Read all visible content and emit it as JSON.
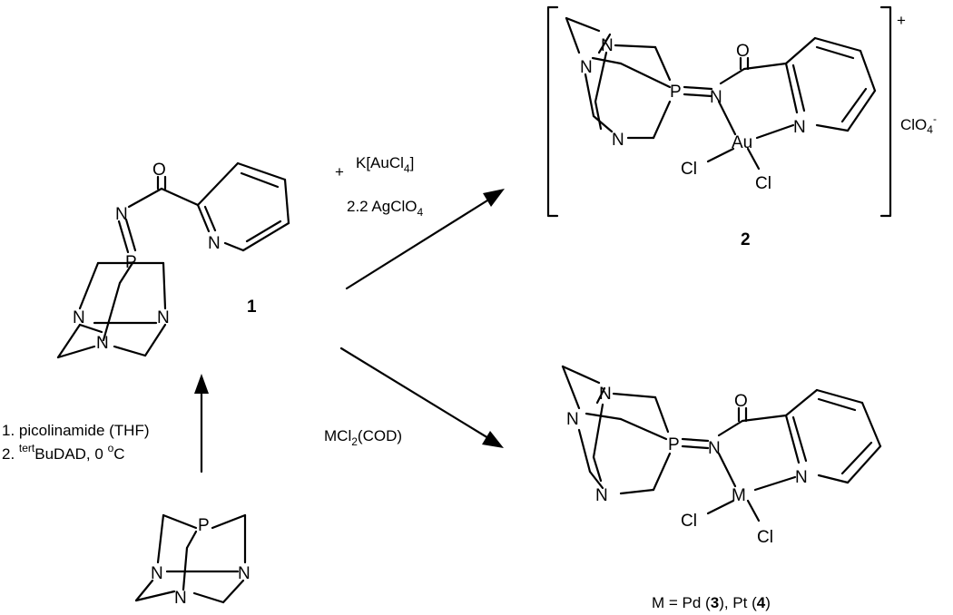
{
  "atoms": {
    "N": "N",
    "P": "P",
    "O": "O",
    "Cl": "Cl",
    "Au": "Au",
    "M": "M"
  },
  "compounds": {
    "c1": "1",
    "c2": "2",
    "c3": "3",
    "c4": "4"
  },
  "charge_plus": "+",
  "counterion": {
    "main": "ClO",
    "sub": "4",
    "sup": "-"
  },
  "reaction_gold": {
    "plus": "+",
    "reagent_pre": "K[AuCl",
    "reagent_sub": "4",
    "reagent_post": "]",
    "additive_pre": "2.2 AgClO",
    "additive_sub": "4"
  },
  "reaction_metal": {
    "pre": "MCl",
    "sub": "2",
    "post": "(COD)"
  },
  "reaction_prep": {
    "step1": "1. picolinamide (THF)",
    "step2_pre": "2. ",
    "step2_sup": "tert",
    "step2_main": "BuDAD, 0 ",
    "step2_deg": "o",
    "step2_unit": "C"
  },
  "metal_legend": {
    "pre": "M = Pd (",
    "c3": "3",
    "mid": "), Pt (",
    "c4": "4",
    "post": ")"
  }
}
